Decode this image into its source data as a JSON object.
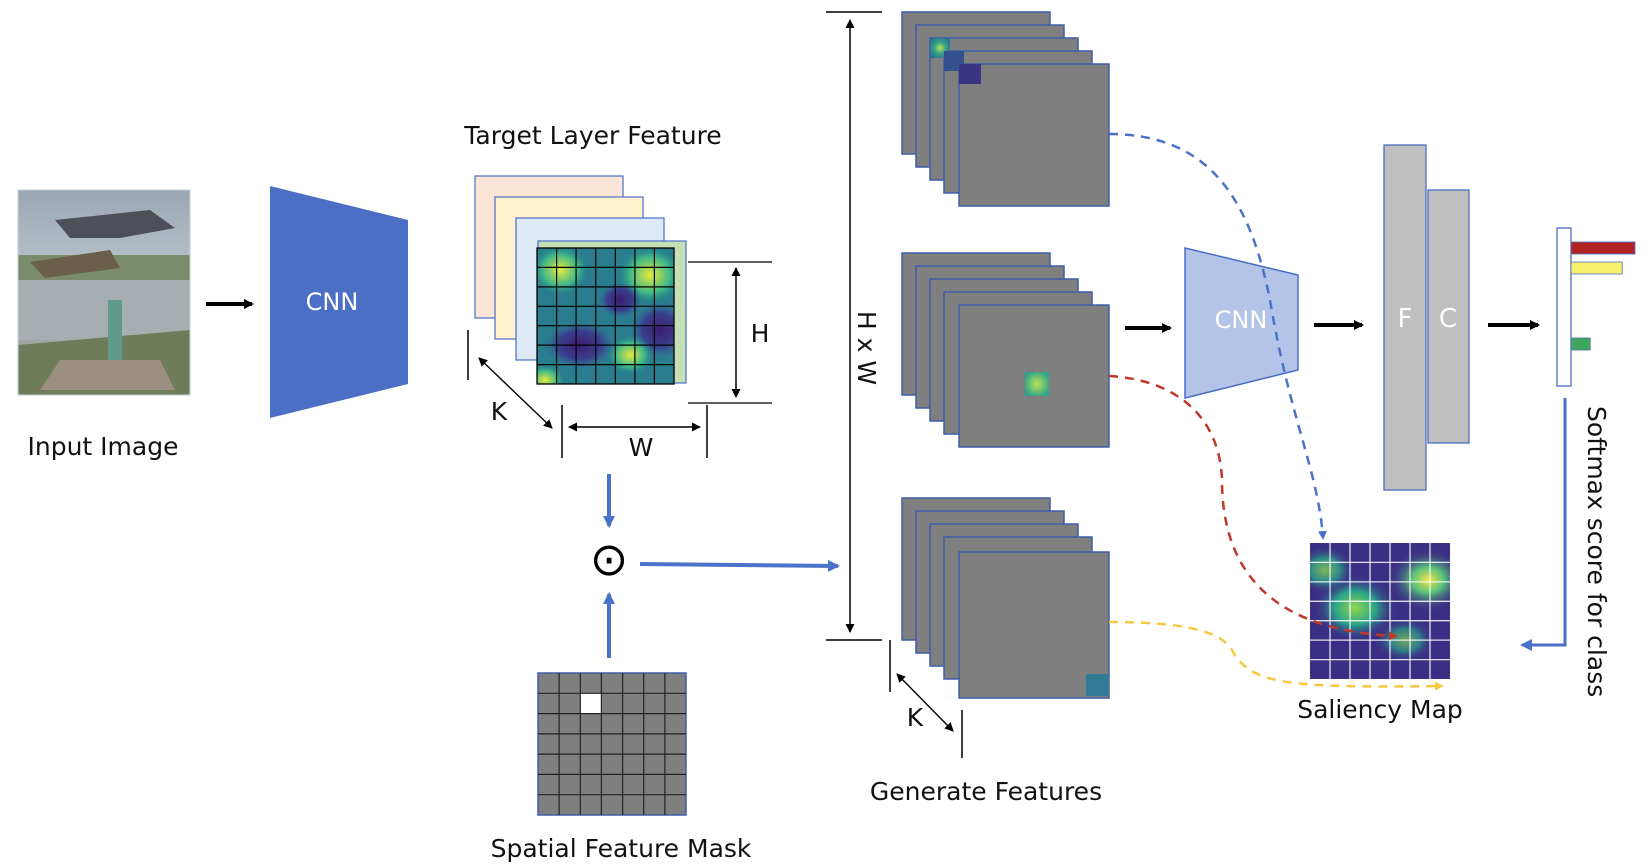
{
  "labels": {
    "input_image": "Input Image",
    "cnn_left": "CNN",
    "target_layer": "Target Layer Feature",
    "dim_h": "H",
    "dim_w": "W",
    "dim_k": "K",
    "dim_k2": "K",
    "dim_hxw": "H x W",
    "spatial_mask": "Spatial Feature Mask",
    "generate_features": "Generate Features",
    "cnn_right": "CNN",
    "fc_f": "F",
    "fc_c": "C",
    "saliency_map": "Saliency Map",
    "softmax": "Softmax score for class",
    "hadamard": "⊙"
  },
  "colors": {
    "cnn_blue": "#4a6fc4",
    "cnn_light": "#b4c4e8",
    "arrow_blue": "#4a72c8",
    "fc_gray": "#bfbfbf",
    "map_gray": "#7f7f7f",
    "dash_blue": "#4a72c8",
    "dash_red": "#c0392b",
    "dash_yellow": "#f5c842",
    "bar_red": "#b22222",
    "bar_yellow": "#f7f06a",
    "bar_green": "#3fa65a"
  },
  "softmax_bars": [
    {
      "color": "red",
      "value": 1.0
    },
    {
      "color": "yellow",
      "value": 0.8
    },
    {
      "color": "green",
      "value": 0.3
    }
  ]
}
